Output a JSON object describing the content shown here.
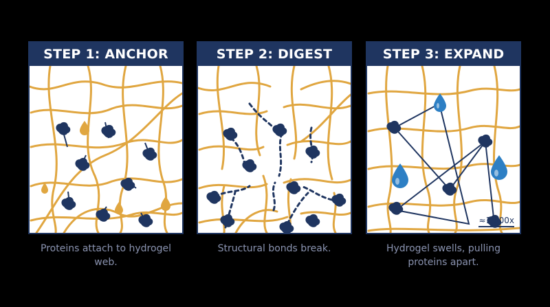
{
  "panels": [
    {
      "title": "STEP 1: ANCHOR",
      "caption": "Proteins attach to hydrogel web."
    },
    {
      "title": "STEP 2: DIGEST",
      "caption": "Structural bonds break."
    },
    {
      "title": "STEP 3: EXPAND",
      "caption": "Hydrogel swells, pulling proteins apart.",
      "scale_label": "≈1,000x"
    }
  ],
  "colors": {
    "header": "#1f3560",
    "fiber": "#e0a640",
    "protein": "#1f3560",
    "water": "#2d7fc4",
    "caption": "#8a93b0"
  },
  "icons": [
    "protein-icon",
    "droplet-icon"
  ]
}
